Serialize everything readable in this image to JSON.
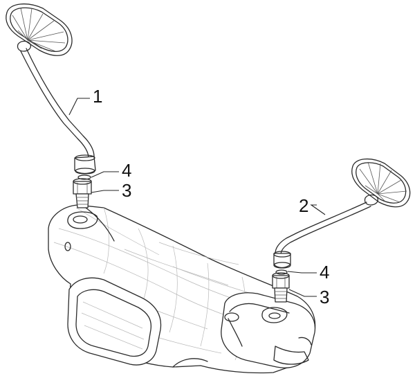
{
  "diagram": {
    "callouts": [
      {
        "id": "left-mirror",
        "label": "1"
      },
      {
        "id": "right-mirror",
        "label": "2"
      },
      {
        "id": "left-nut",
        "label": "3"
      },
      {
        "id": "left-washer",
        "label": "4"
      },
      {
        "id": "right-nut",
        "label": "3"
      },
      {
        "id": "right-washer",
        "label": "4"
      }
    ],
    "colors": {
      "line": "#2a2a2a",
      "ghost": "#b8b8b8",
      "background": "#ffffff"
    }
  }
}
